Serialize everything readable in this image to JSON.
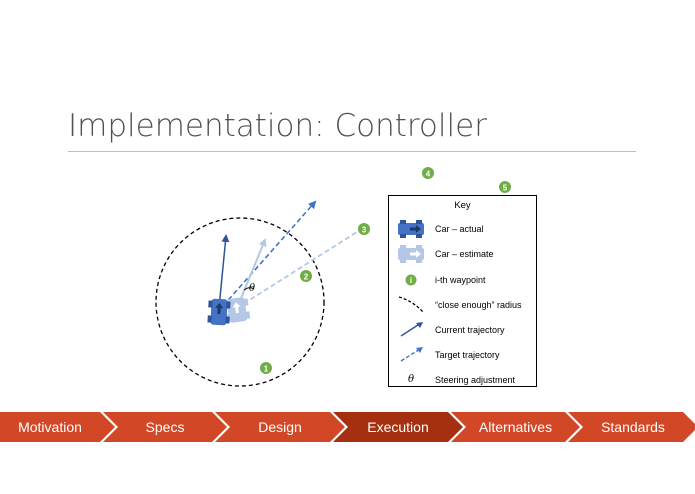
{
  "slide": {
    "title": "Implementation: Controller"
  },
  "diagram": {
    "theta_symbol": "θ",
    "waypoints": [
      "1",
      "2",
      "3",
      "4",
      "5"
    ]
  },
  "key": {
    "title": "Key",
    "items": [
      {
        "label": "Car – actual",
        "icon": "car-actual-icon"
      },
      {
        "label": "Car – estimate",
        "icon": "car-estimate-icon"
      },
      {
        "label": "i-th waypoint",
        "icon": "waypoint-icon"
      },
      {
        "label": "“close enough” radius",
        "icon": "radius-dashed-arc-icon"
      },
      {
        "label": "Current trajectory",
        "icon": "solid-arrow-icon"
      },
      {
        "label": "Target trajectory",
        "icon": "dashed-arrow-icon"
      },
      {
        "label": "Steering adjustment",
        "icon": "theta-symbol"
      }
    ],
    "theta_symbol": "θ",
    "waypoint_symbol": "i"
  },
  "nav": {
    "items": [
      "Motivation",
      "Specs",
      "Design",
      "Execution",
      "Alternatives",
      "Standards"
    ],
    "active": "Execution"
  },
  "colors": {
    "car_actual": "#4472c4",
    "car_estimate": "#b4c7e7",
    "waypoint": "#70ad47",
    "nav_bg": "#d24726",
    "nav_active": "#a5300f",
    "title": "#505050"
  }
}
